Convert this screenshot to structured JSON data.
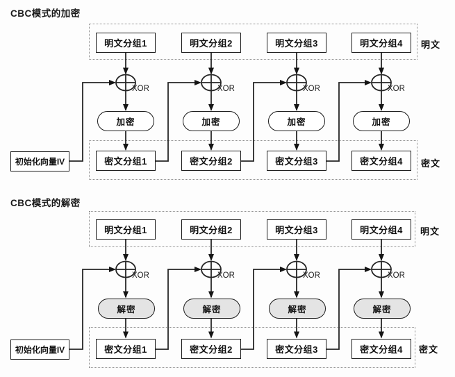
{
  "colors": {
    "background": "#fdfdfd",
    "line": "#262626",
    "box_border": "#1c1c1c",
    "box_fill": "#ffffff",
    "decrypt_oval_fill": "#e4e4e4",
    "dotted_frame": "#8e8e8e",
    "text": "#111111"
  },
  "encryption": {
    "title": "CBC模式的加密",
    "iv_box": "初始化向量IV",
    "xor_label": "XOR",
    "op_label": "加密",
    "plaintext_row_label": "明文",
    "ciphertext_row_label": "密文",
    "plaintext_blocks": [
      "明文分组1",
      "明文分组2",
      "明文分组3",
      "明文分组4"
    ],
    "ciphertext_blocks": [
      "密文分组1",
      "密文分组2",
      "密文分组3",
      "密文分组4"
    ]
  },
  "decryption": {
    "title": "CBC模式的解密",
    "iv_box": "初始化向量IV",
    "xor_label": "XOR",
    "op_label": "解密",
    "plaintext_row_label": "明文",
    "ciphertext_row_label": "密文",
    "plaintext_blocks": [
      "明文分组1",
      "明文分组2",
      "明文分组3",
      "明文分组4"
    ],
    "ciphertext_blocks": [
      "密文分组1",
      "密文分组2",
      "密文分组3",
      "密文分组4"
    ]
  }
}
